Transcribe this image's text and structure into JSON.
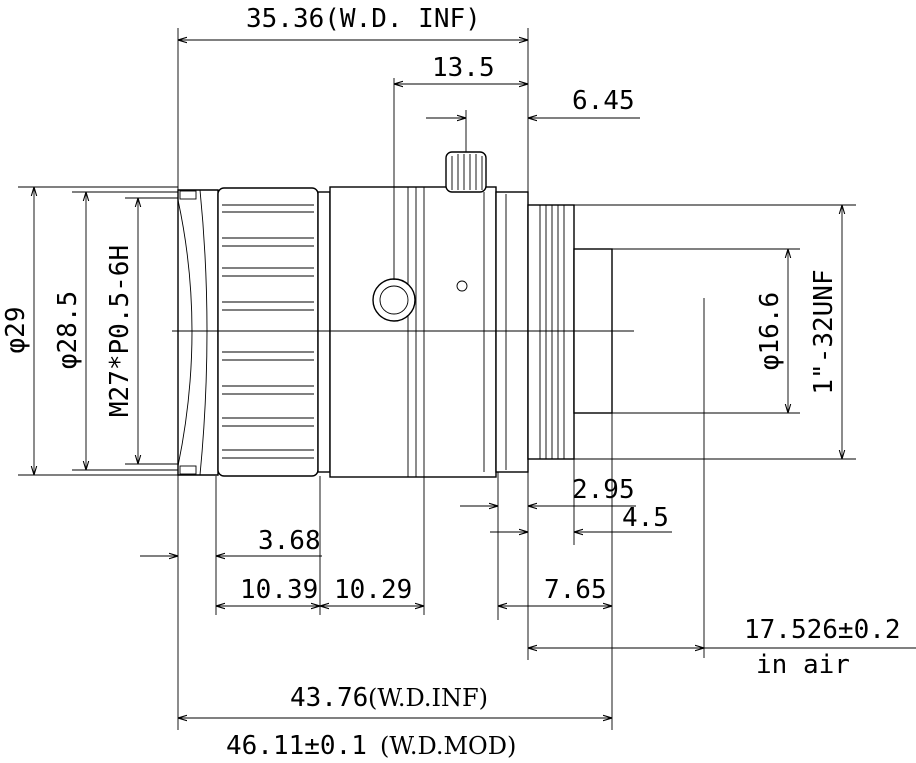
{
  "dimensions": {
    "length_wd_inf_top": "35.36(W.D. INF)",
    "flange_offset": "13.5",
    "focus_screw_offset": "6.45",
    "outer_diameter": "φ29",
    "filter_diameter": "φ28.5",
    "filter_thread": "M27*P0.5-6H",
    "rear_diameter": "φ16.6",
    "mount_thread": "1\"-32UNF",
    "seg_2_95": "2.95",
    "seg_4_5": "4.5",
    "seg_3_68": "3.68",
    "seg_10_39": "10.39",
    "seg_10_29": "10.29",
    "seg_7_65": "7.65",
    "back_focus": "17.526±0.2",
    "back_focus_note": "in air",
    "total_length_inf_value": "43.76",
    "total_length_inf_note": "(W.D.INF)",
    "total_length_mod_value": "46.11±0.1",
    "total_length_mod_note": "(W.D.MOD)"
  }
}
